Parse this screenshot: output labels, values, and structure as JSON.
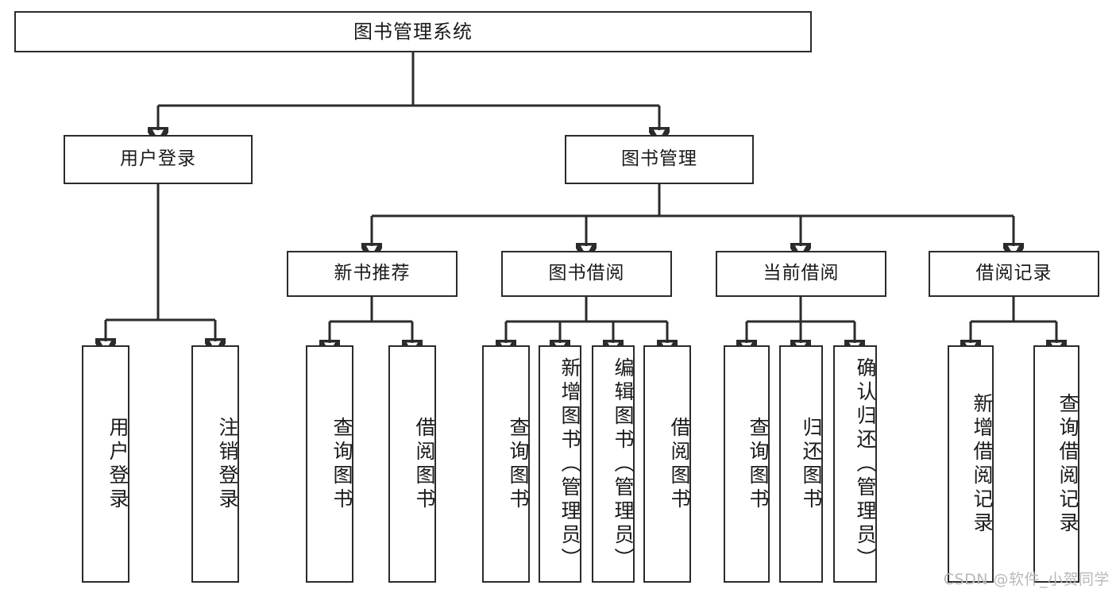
{
  "diagram": {
    "type": "tree",
    "title": "图书管理系统",
    "root": {
      "label": "图书管理系统"
    },
    "level2": [
      {
        "label": "用户登录"
      },
      {
        "label": "图书管理"
      }
    ],
    "level3": [
      {
        "label": "新书推荐"
      },
      {
        "label": "图书借阅"
      },
      {
        "label": "当前借阅"
      },
      {
        "label": "借阅记录"
      }
    ],
    "leaves": {
      "user_login": [
        {
          "label": "用户登录"
        },
        {
          "label": "注销登录"
        }
      ],
      "new_book_recommend": [
        {
          "label": "查询图书"
        },
        {
          "label": "借阅图书"
        }
      ],
      "book_borrow": [
        {
          "label": "查询图书"
        },
        {
          "label": "新增图书（管理员）"
        },
        {
          "label": "编辑图书（管理员）"
        },
        {
          "label": "借阅图书"
        }
      ],
      "current_borrow": [
        {
          "label": "查询图书"
        },
        {
          "label": "归还图书"
        },
        {
          "label": "确认归还（管理员）"
        }
      ],
      "borrow_records": [
        {
          "label": "新增借阅记录"
        },
        {
          "label": "查询借阅记录"
        }
      ]
    }
  },
  "watermark": {
    "text": "CSDN @软件_小贺同学"
  },
  "colors": {
    "stroke": "#2b2b2b",
    "background": "#ffffff",
    "text": "#1a1a1a",
    "watermark": "#b9b9b9"
  }
}
